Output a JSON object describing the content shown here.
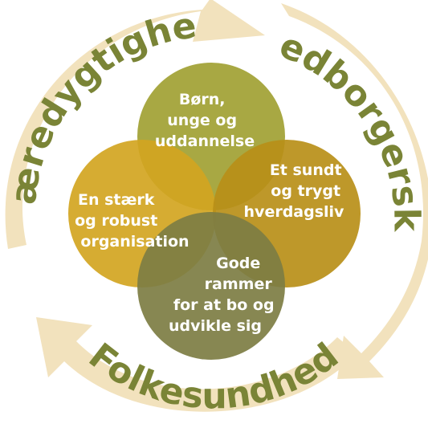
{
  "colors": {
    "ring": "#f2e2bd",
    "ring_text": "#7a8436",
    "circle_top": "#a3a339",
    "circle_left": "#d3a521",
    "circle_right": "#b98f18",
    "circle_bottom": "#7d7d43",
    "circle_text": "#ffffff"
  },
  "ring_labels": {
    "left": "Bæredygtighed",
    "right": "Medborgerskab",
    "bottom": "Folkesundhed"
  },
  "circles": {
    "top": {
      "lines": [
        "Børn,",
        "unge og",
        "uddannelse"
      ]
    },
    "left": {
      "lines": [
        "En stærk",
        "og robust",
        "organisation"
      ]
    },
    "right": {
      "lines": [
        "Et sundt",
        "og trygt",
        "hverdagsliv"
      ]
    },
    "bottom": {
      "lines": [
        "Gode",
        "rammer",
        "for at bo og",
        "udvikle sig"
      ]
    }
  }
}
